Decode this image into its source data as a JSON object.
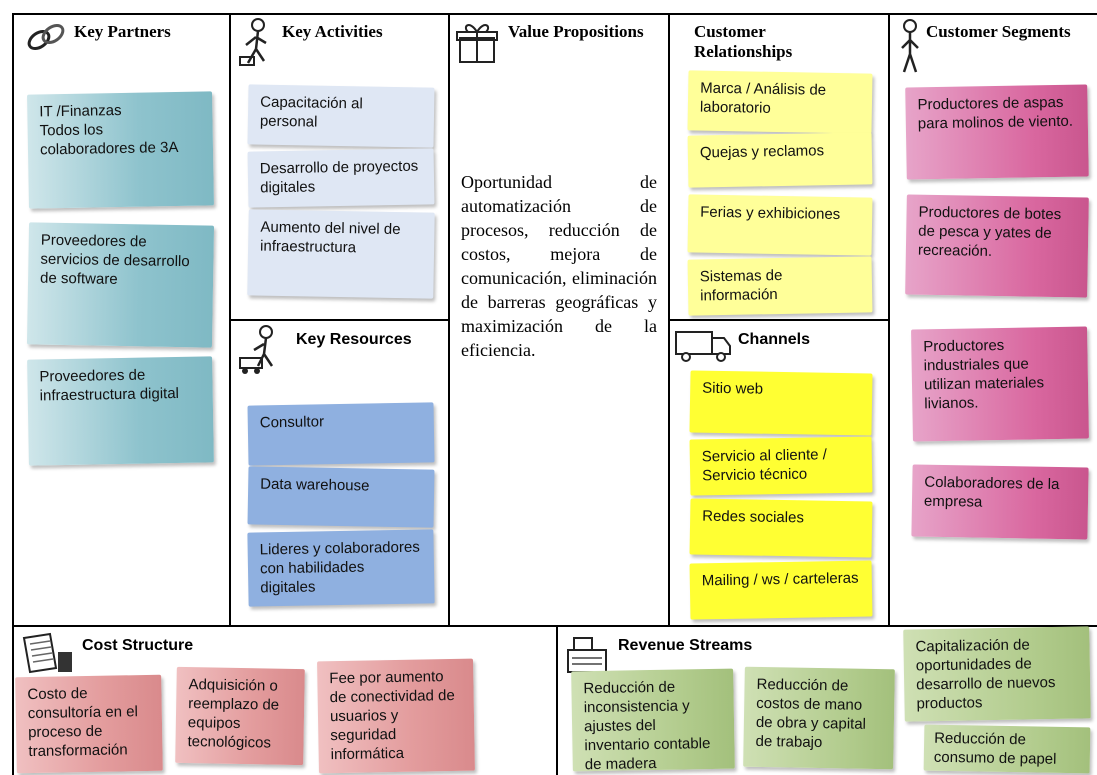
{
  "key_partners": {
    "title": "Key Partners",
    "notes": [
      "IT /Finanzas\nTodos los colaboradores de 3A",
      "Proveedores de servicios de desarrollo de software",
      "Proveedores de infraestructura digital"
    ]
  },
  "key_activities": {
    "title": "Key Activities",
    "notes": [
      "Capacitación al personal",
      "Desarrollo de proyectos digitales",
      "Aumento del nivel de infraestructura"
    ]
  },
  "key_resources": {
    "title": "Key Resources",
    "notes": [
      "Consultor",
      "Data warehouse",
      "Lideres y colaboradores con habilidades digitales"
    ]
  },
  "value_propositions": {
    "title": "Value Propositions",
    "text": "Oportunidad de automatización de procesos, reducción de costos, mejora de comunicación, eliminación de barreras geográficas y maximización de la eficiencia."
  },
  "customer_relationships": {
    "title": "Customer Relationships",
    "notes": [
      "Marca / Análisis de laboratorio",
      "Quejas y reclamos",
      "Ferias y exhibiciones",
      "Sistemas de información"
    ]
  },
  "channels": {
    "title": "Channels",
    "notes": [
      "Sitio web",
      "Servicio al cliente / Servicio técnico",
      "Redes sociales",
      "Mailing / ws / carteleras"
    ]
  },
  "customer_segments": {
    "title": "Customer Segments",
    "notes": [
      "Productores de aspas para molinos de viento.",
      "Productores de botes de pesca y yates de recreación.",
      "Productores industriales que utilizan materiales livianos.",
      "Colaboradores de la empresa"
    ]
  },
  "cost_structure": {
    "title": "Cost Structure",
    "notes": [
      "Costo de consultoría en el proceso de transformación",
      "Adquisición o reemplazo de equipos tecnológicos",
      "Fee por aumento de conectividad de usuarios y seguridad informática"
    ]
  },
  "revenue_streams": {
    "title": "Revenue Streams",
    "notes": [
      "Reducción de inconsistencia y ajustes del inventario contable de madera",
      "Reducción de costos de mano de obra y capital de trabajo",
      "Capitalización de oportunidades de desarrollo de nuevos productos",
      "Reducción de consumo de papel"
    ]
  },
  "colors": {
    "border": "#000000",
    "teal": "#8ec3cd",
    "light_blue": "#dfe7f4",
    "blue": "#8fb0e0",
    "pale_yellow": "#ffff99",
    "yellow": "#ffff33",
    "magenta": "#d9679f",
    "red": "#e39c9d",
    "green": "#b1cb8c"
  },
  "icons": {
    "key_partners": "chain-link-icon",
    "key_activities": "worker-icon",
    "key_resources": "worker-with-cart-icon",
    "value_propositions": "gift-box-icon",
    "channels": "delivery-truck-icon",
    "customer_segments": "person-icon",
    "cost_structure": "price-tag-receipt-icon",
    "revenue_streams": "cash-register-icon"
  }
}
